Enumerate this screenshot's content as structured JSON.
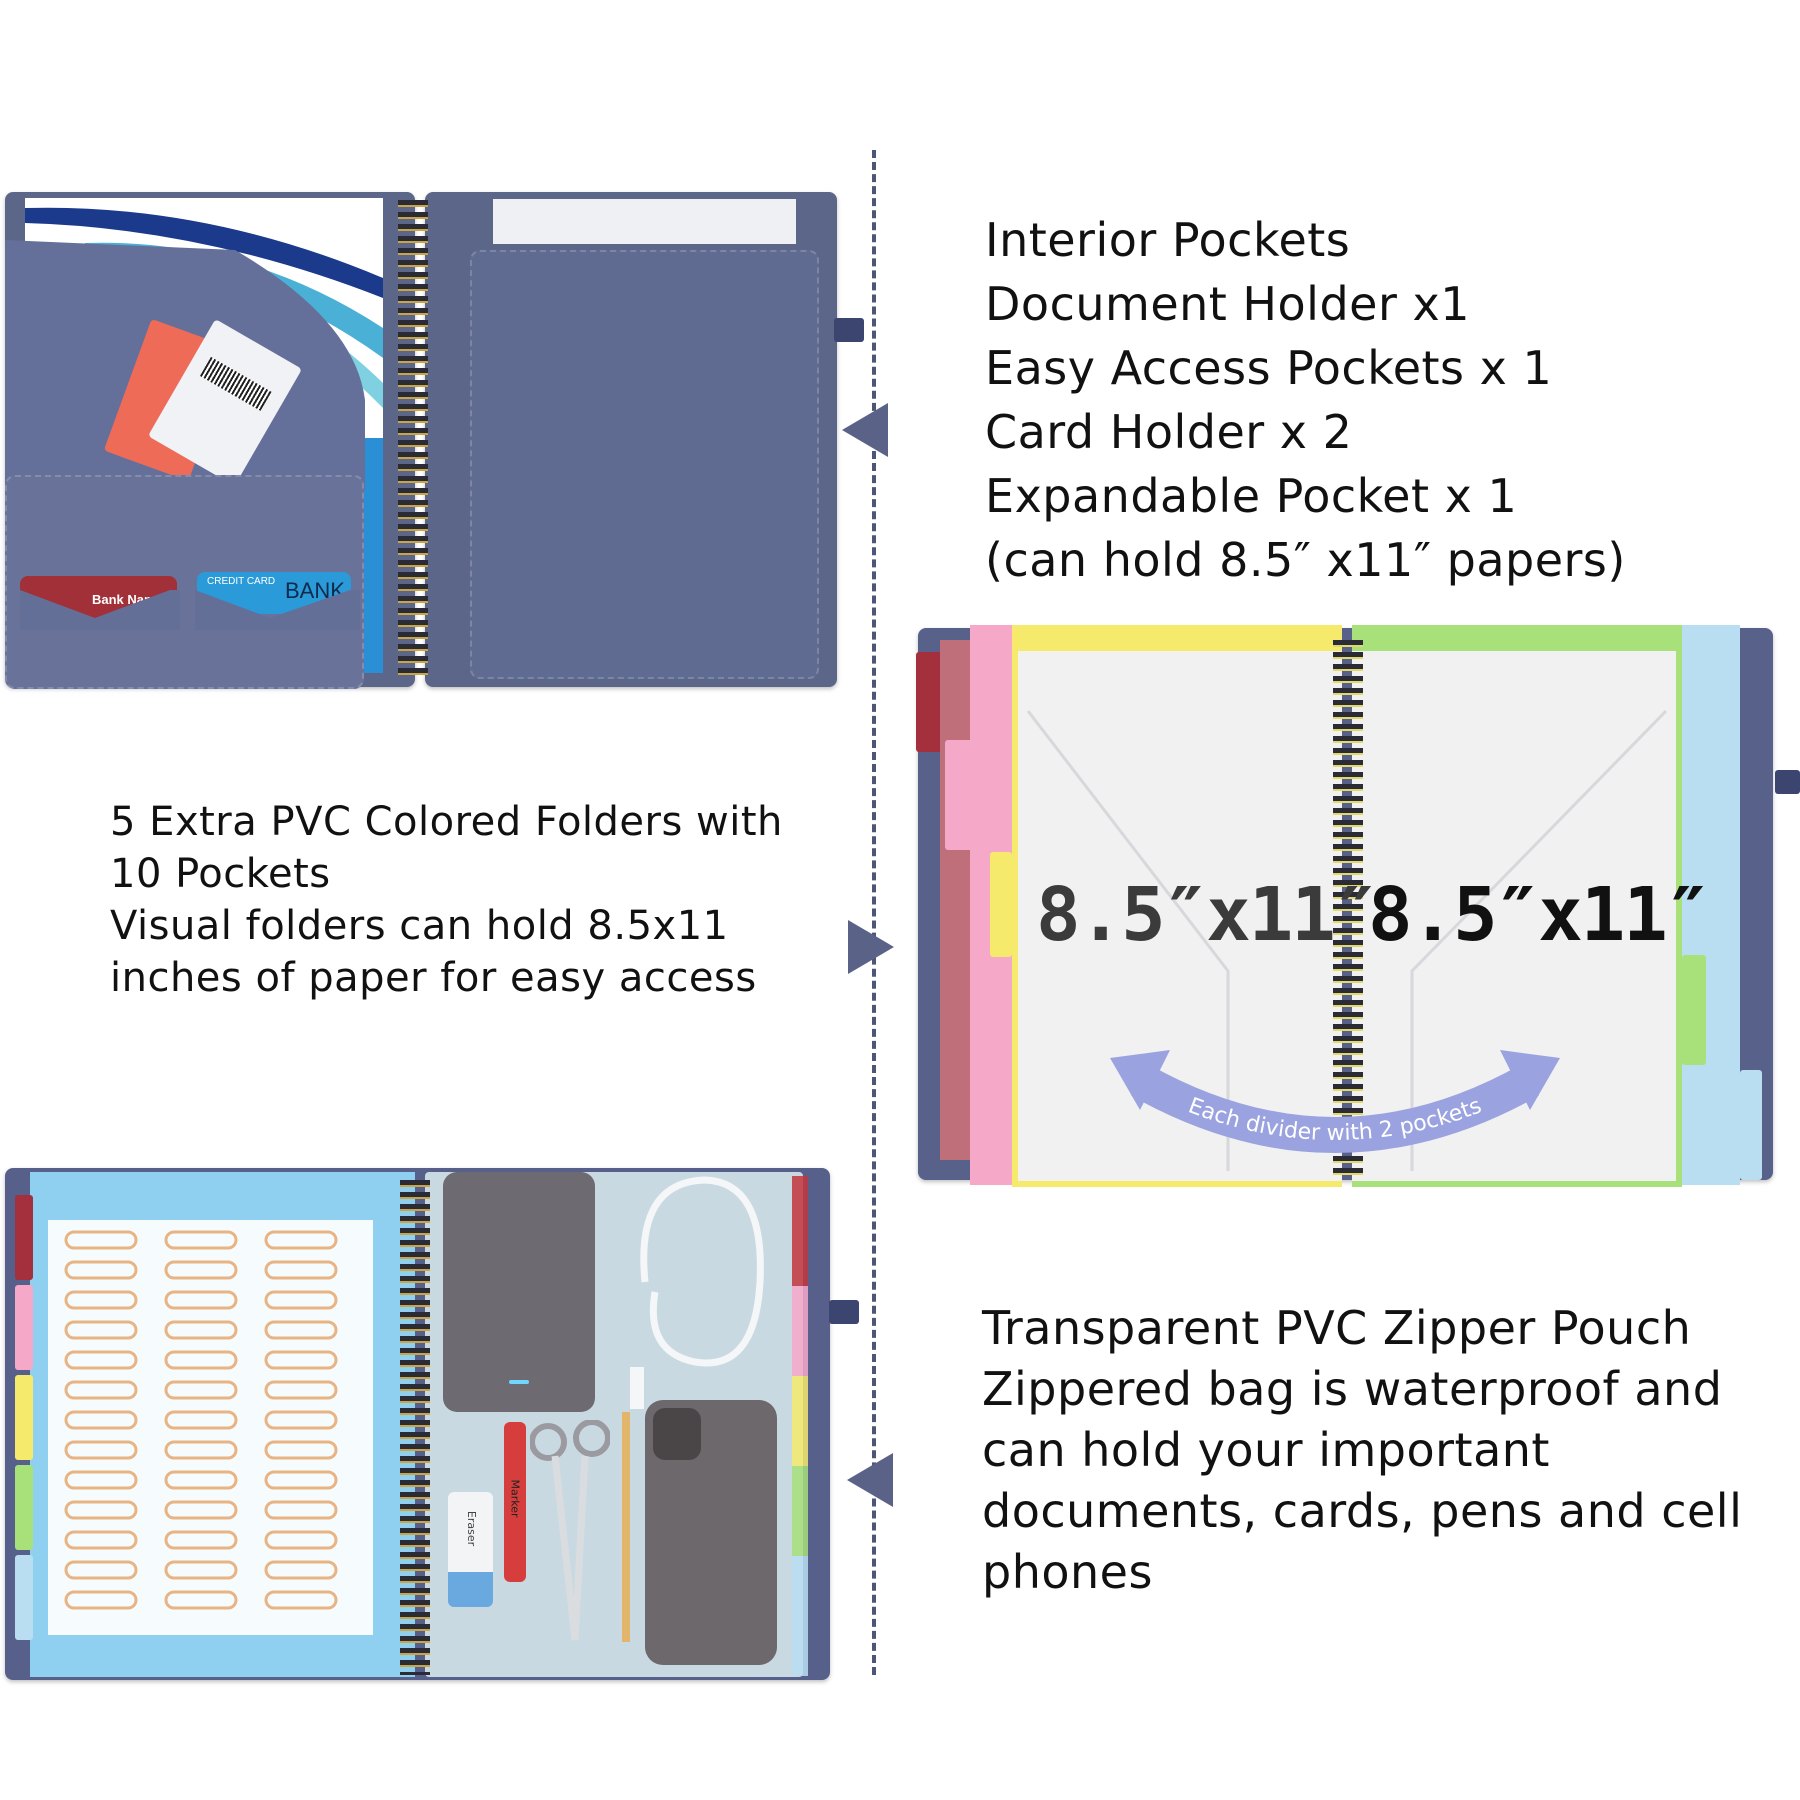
{
  "sections": {
    "interior": {
      "lines": [
        "Interior Pockets",
        "Document Holder x1",
        "Easy Access Pockets x 1",
        "Card Holder x 2",
        "Expandable Pocket x 1",
        "(can hold 8.5″ x11″ papers)"
      ]
    },
    "folders": {
      "lines": [
        "5 Extra PVC Colored Folders with",
        "10 Pockets",
        "Visual folders can hold 8.5x11",
        "inches of paper for easy access"
      ]
    },
    "pouch": {
      "lines": [
        "Transparent PVC Zipper Pouch",
        "Zippered bag is waterproof and",
        "can hold your important",
        "documents, cards, pens and cell",
        "phones"
      ]
    }
  },
  "photo_labels": {
    "bank_card": "Bank Name",
    "credit_card": "CREDIT CARD",
    "bank": "BANK",
    "dim_left": "8.5″x11″",
    "dim_right": "8.5″x11″",
    "divider_note": "Each divider with 2 pockets",
    "eraser": "Eraser",
    "marker": "Marker"
  },
  "colors": {
    "cover": "#5c6688",
    "divider": "#4e5678",
    "arrow": "#5a6387",
    "tab_pink": "#f6a8c9",
    "tab_yellow": "#f5ea6b",
    "tab_green": "#a8e07a",
    "tab_blue": "#b9def2",
    "tab_red": "#a3303c"
  }
}
